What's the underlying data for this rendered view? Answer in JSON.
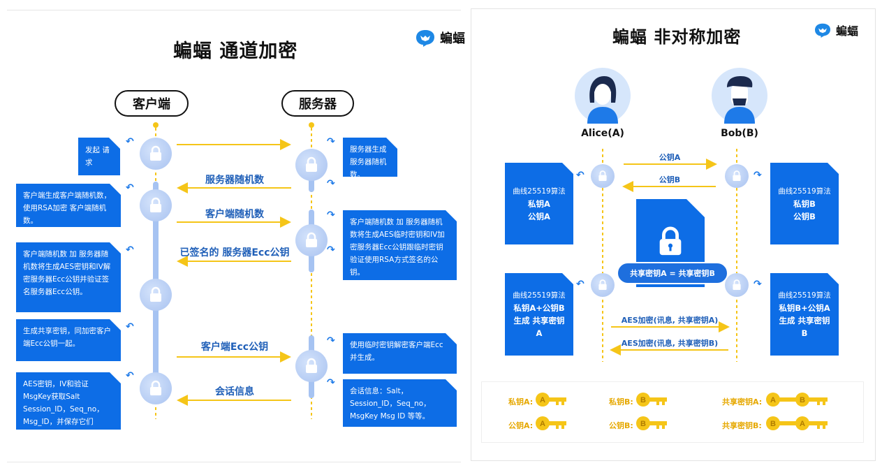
{
  "left": {
    "title": "蝙蝠 通道加密",
    "logo": "蝙蝠",
    "client_label": "客户端",
    "server_label": "服务器",
    "messages": [
      {
        "label": "",
        "dir": "right"
      },
      {
        "label": "服务器随机数",
        "dir": "left"
      },
      {
        "label": "客户端随机数",
        "dir": "right"
      },
      {
        "label": "已签名的 服务器Ecc公钥",
        "dir": "left"
      },
      {
        "label": "客户端Ecc公钥",
        "dir": "right"
      },
      {
        "label": "会话信息",
        "dir": "left"
      }
    ],
    "client_cards": [
      "发起 请求",
      "客户端生成客户端随机数，使用RSA加密 客户端随机数。",
      "客户端随机数 加 服务器随机数将生成AES密钥和IV解密服务器Ecc公钥并验证签名服务器Ecc公钥。",
      "生成共享密钥，同加密客户端Ecc公钥一起。",
      "AES密钥，IV和验证MsgKey获取Salt Session_ID，Seq_no，Msg_ID，并保存它们"
    ],
    "server_cards": [
      "服务器生成服务器随机数。",
      "客户端随机数 加 服务器随机数将生成AES临时密钥和IV加密服务器Ecc公钥跟临时密钥验证使用RSA方式签名的公钥。",
      "使用临时密钥解密客户端Ecc并生成。",
      "会话信息：Salt，Session_ID，Seq_no，MsgKey Msg ID 等等。"
    ]
  },
  "right": {
    "title": "蝙蝠 非对称加密",
    "logo": "蝙蝠",
    "alice": "Alice(A)",
    "bob": "Bob(B)",
    "pub_a": "公钥A",
    "pub_b": "公钥B",
    "aes_1": "AES加密(讯息, 共享密钥A)",
    "aes_2": "AES加密(讯息, 共享密钥B)",
    "shared_equal": "共享密钥A = 共享密钥B",
    "alice_card1": {
      "l1": "曲线25519算法",
      "l2": "私钥A",
      "l3": "公钥A"
    },
    "bob_card1": {
      "l1": "曲线25519算法",
      "l2": "私钥B",
      "l3": "公钥B"
    },
    "alice_card2": {
      "l1": "曲线25519算法",
      "l2": "私钥A+公钥B",
      "l3": "生成 共享密钥A"
    },
    "bob_card2": {
      "l1": "曲线25519算法",
      "l2": "私钥B+公钥A",
      "l3": "生成 共享密钥B"
    },
    "legend": {
      "priv_a": "私钥A:",
      "priv_b": "私钥B:",
      "shared_a": "共享密钥A:",
      "pub_a": "公钥A:",
      "pub_b": "公钥B:",
      "shared_b": "共享密钥B:",
      "key_a": "A",
      "key_b": "B"
    }
  },
  "colors": {
    "accent": "#0d6de6",
    "arrow": "#f5c518",
    "text_blue": "#1f5fb8",
    "key": "#f5c518"
  }
}
